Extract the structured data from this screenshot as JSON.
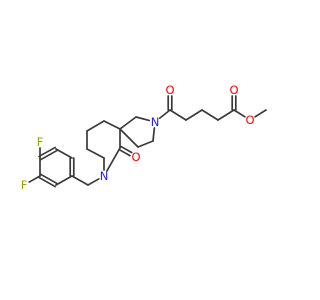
{
  "diagram_type": "skeletal-chemical-structure",
  "atoms": {
    "F1": {
      "symbol": "F",
      "color": "#a0a000"
    },
    "F2": {
      "symbol": "F",
      "color": "#a0a000"
    },
    "N_lactam": {
      "symbol": "N",
      "color": "#2020ff"
    },
    "N_pyrrolidine": {
      "symbol": "N",
      "color": "#2020ff"
    },
    "O_lactam": {
      "symbol": "O",
      "color": "#ff0000"
    },
    "O_amide": {
      "symbol": "O",
      "color": "#ff0000"
    },
    "O_ester_carbonyl": {
      "symbol": "O",
      "color": "#ff0000"
    },
    "O_ester_ether": {
      "symbol": "O",
      "color": "#ff0000"
    }
  },
  "bond_color": "#3a3a3a"
}
